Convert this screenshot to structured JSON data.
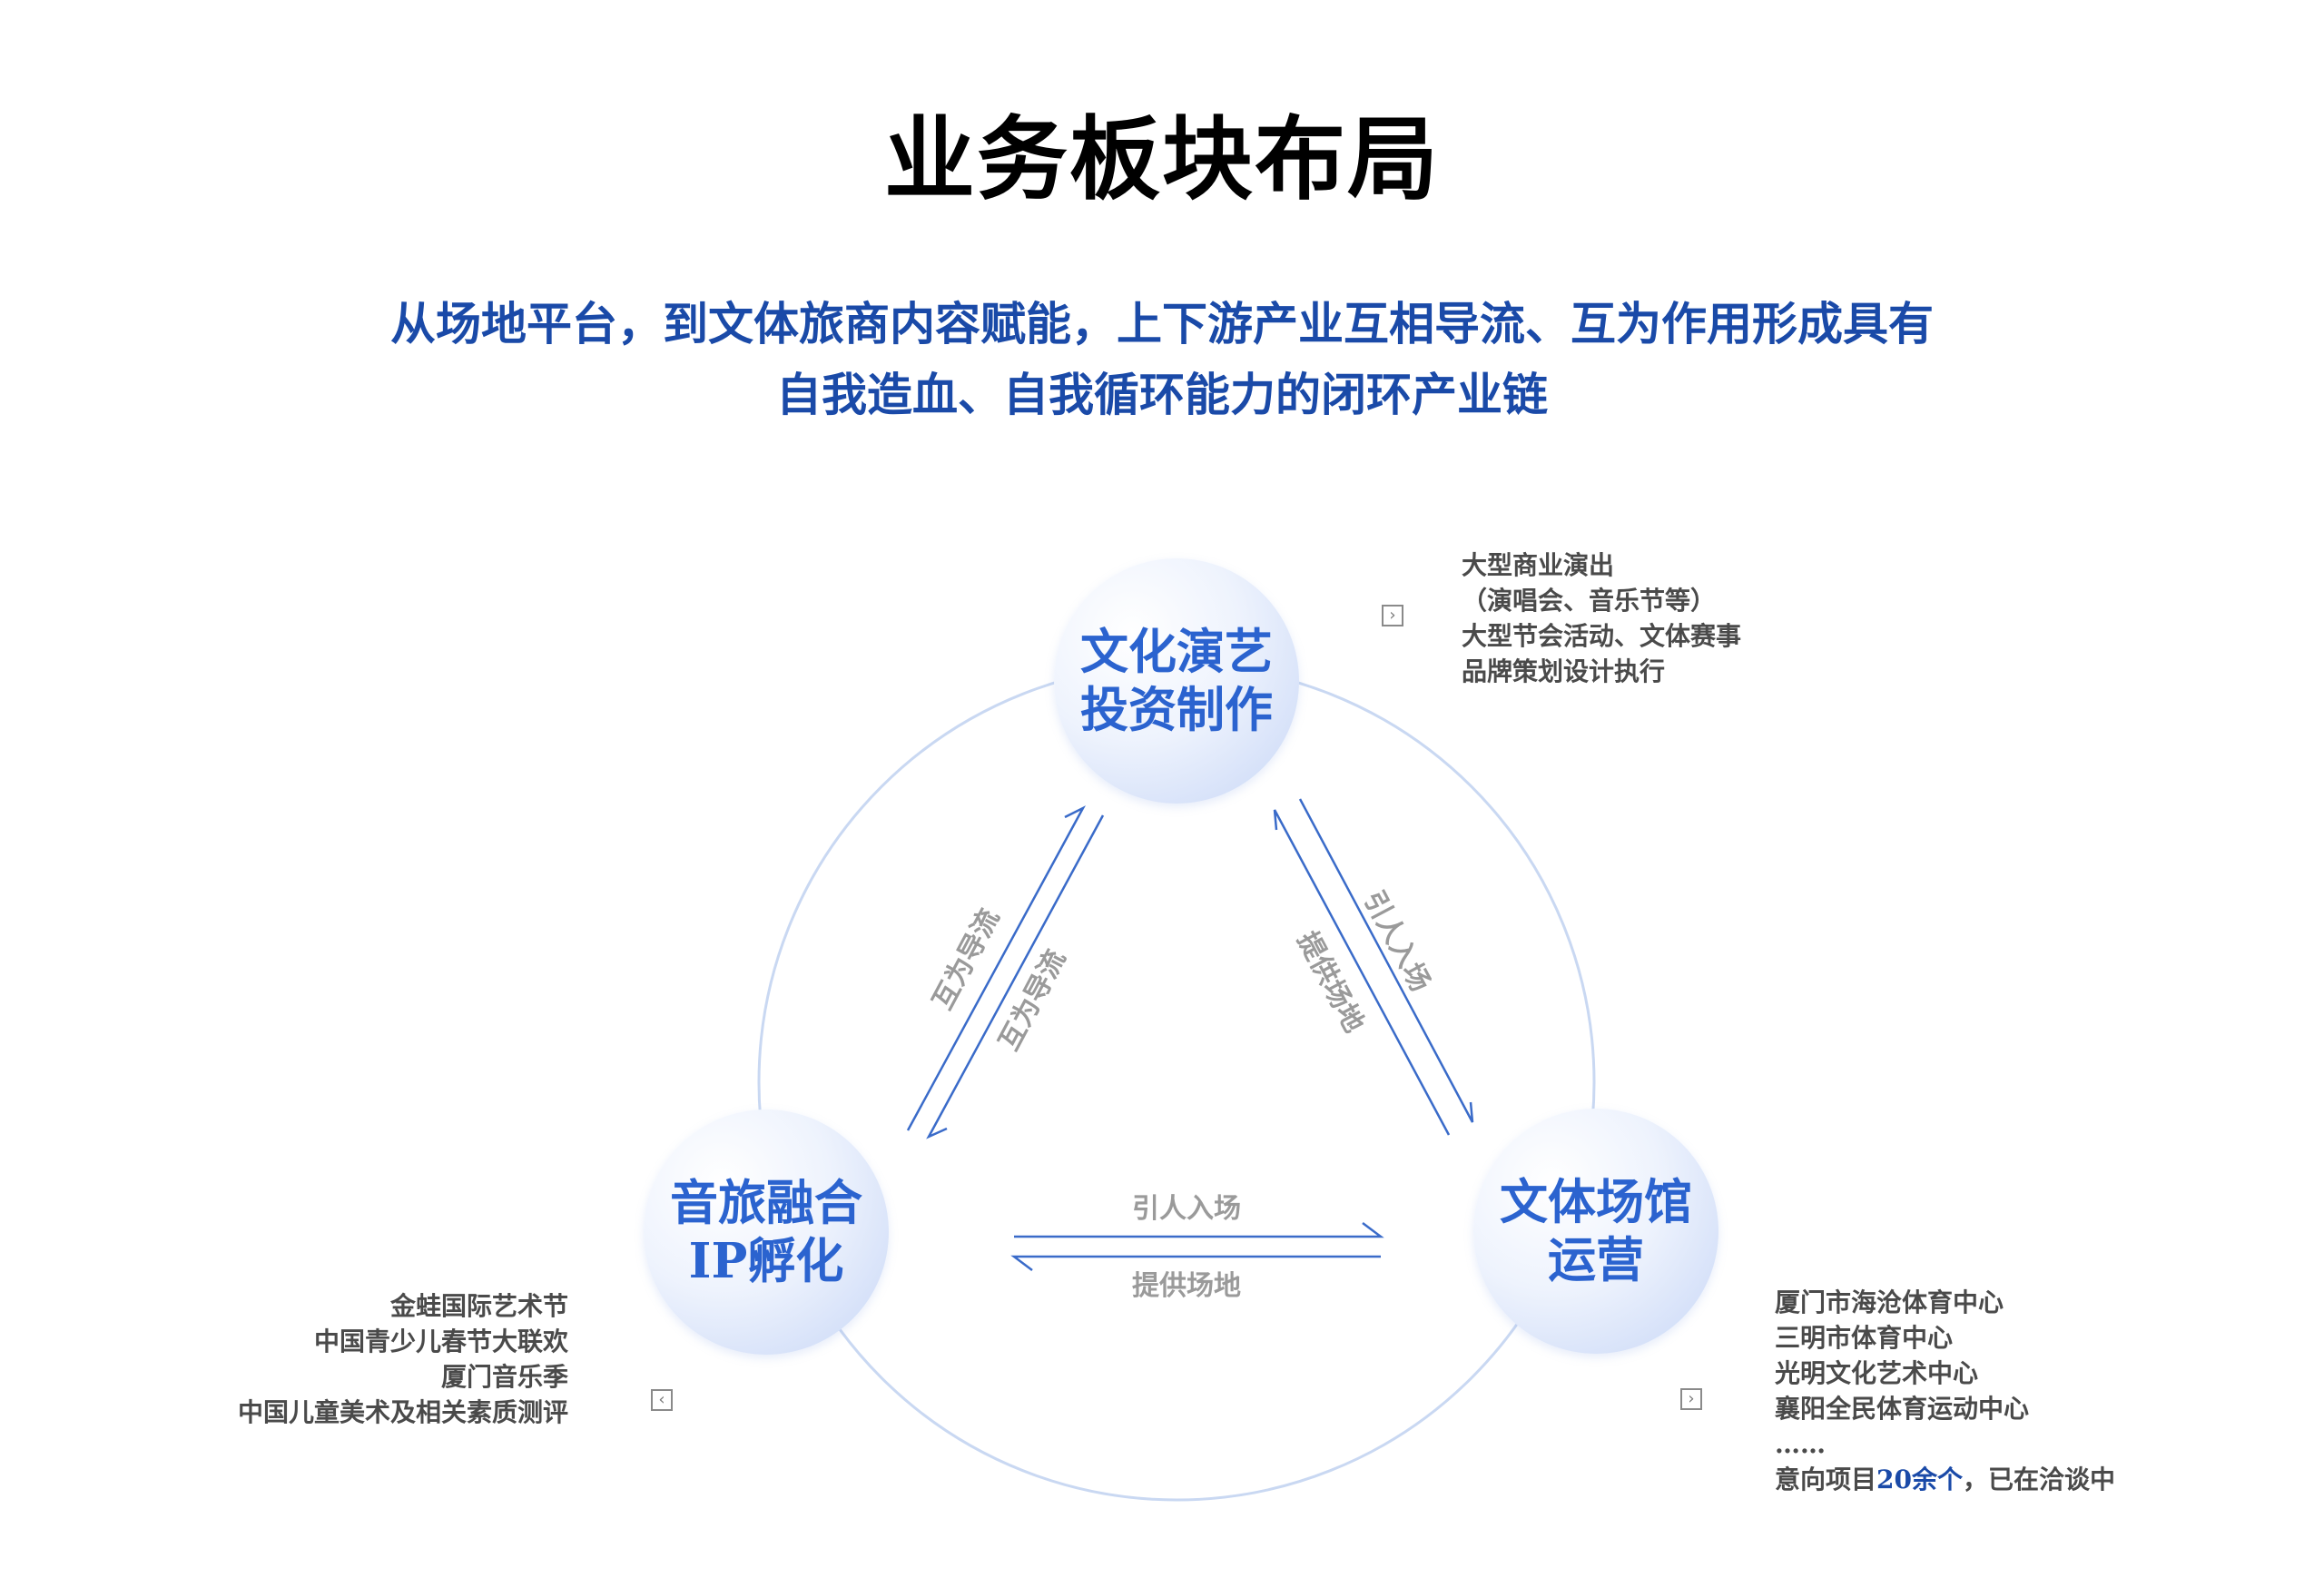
{
  "title": "业务板块布局",
  "subtitle": {
    "line1": "从场地平台，到文体旅商内容赋能，上下游产业互相导流、互为作用形成具有",
    "line2": "自我造血、自我循环能力的闭环产业链"
  },
  "nodes": {
    "top": {
      "line1": "文化演艺",
      "line2": "投资制作"
    },
    "left": {
      "line1": "音旅融合",
      "line2": "IP孵化"
    },
    "right": {
      "line1": "文体场馆",
      "line2": "运营"
    }
  },
  "details": {
    "top": [
      "大型商业演出",
      "（演唱会、音乐节等）",
      "大型节会活动、文体赛事",
      "品牌策划设计执行"
    ],
    "left": [
      "金蛙国际艺术节",
      "中国青少儿春节大联欢",
      "厦门音乐季",
      "中国儿童美术及相关素质测评"
    ],
    "right": [
      "厦门市海沧体育中心",
      "三明市体育中心",
      "光明文化艺术中心",
      "襄阳全民体育运动中心",
      "……"
    ],
    "right_last": {
      "prefix": "意向项目",
      "highlight": "20余个",
      "suffix": "，已在洽谈中"
    }
  },
  "flows": {
    "left_edge_outer": "互为导流",
    "left_edge_inner": "互为导流",
    "right_edge_outer": "引人入场",
    "right_edge_inner": "提供场地",
    "bottom_edge_top": "引人入场",
    "bottom_edge_bottom": "提供场地"
  },
  "icons": {
    "top": "chevron-right-box-icon",
    "left": "chevron-left-box-icon",
    "right": "chevron-right-box-icon"
  },
  "colors": {
    "title": "#000000",
    "subtitle": "#1a4aa8",
    "node_text": "#2b63cf",
    "arrow": "#3a6bc9",
    "ring": "#c9d8f2",
    "flow_label": "#9a9a9a",
    "detail_text": "#4a4a4a"
  }
}
